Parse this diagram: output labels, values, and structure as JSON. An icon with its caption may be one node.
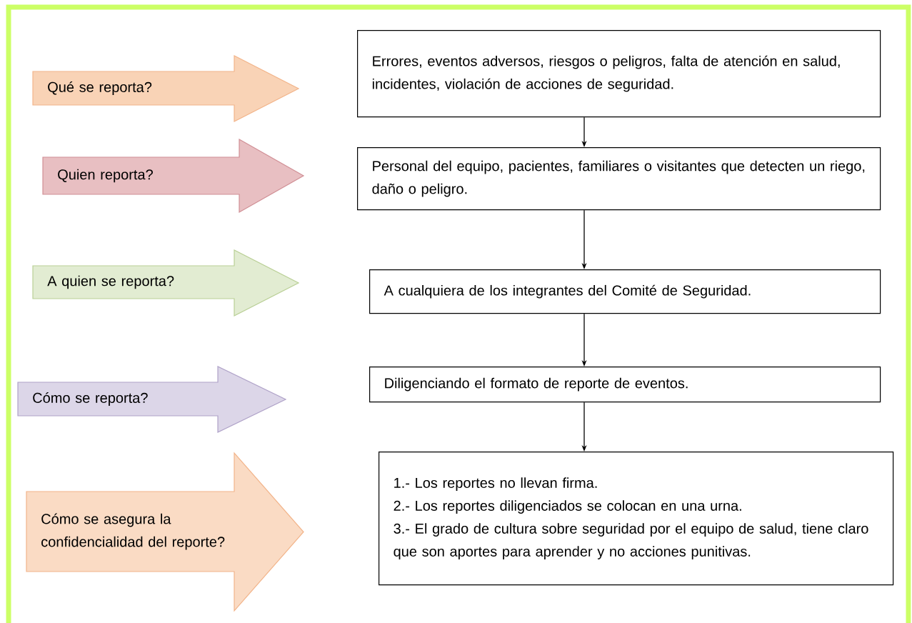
{
  "diagram": {
    "nodes": [
      {
        "text": [
          "Qué se reporta?"
        ]
      },
      {
        "text": [
          "Errores, eventos adversos, riesgos o peligros, falta de atención en salud, incidentes, violación de acciones de seguridad."
        ]
      },
      {
        "text": [
          "Quien reporta?"
        ]
      },
      {
        "text": [
          "Personal del equipo, pacientes, familiares o visitantes que detecten un riego, daño o peligro."
        ]
      },
      {
        "text": [
          "A quien se reporta?"
        ]
      },
      {
        "text": [
          "A cualquiera de los integrantes del Comité de Seguridad."
        ]
      },
      {
        "text": [
          "Cómo se reporta?"
        ]
      },
      {
        "text": [
          "Diligenciando el formato de reporte de eventos."
        ]
      },
      {
        "text": [
          "Cómo se asegura la confidencialidad del reporte?"
        ]
      },
      {
        "text": [
          "1.- Los reportes no llevan firma.",
          "2.- Los reportes diligenciados se colocan en una urna.",
          "3.- El grado de cultura sobre seguridad por el equipo de salud, tiene claro que son aportes para aprender y no acciones punitivas."
        ]
      }
    ],
    "edges": [
      {
        "from": 1,
        "to": 3,
        "arrow": "to"
      },
      {
        "from": 3,
        "to": 5,
        "arrow": "to"
      },
      {
        "from": 5,
        "to": 7,
        "arrow": "to"
      },
      {
        "from": 7,
        "to": 9,
        "arrow": "to"
      }
    ]
  }
}
